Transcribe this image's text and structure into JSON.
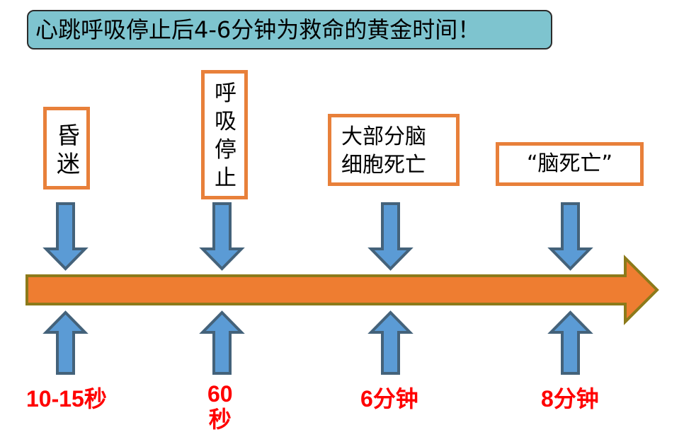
{
  "title": "心跳呼吸停止后4-6分钟为救命的黄金时间！",
  "events": [
    {
      "lines": [
        "昏",
        "迷"
      ]
    },
    {
      "lines": [
        "呼",
        "吸",
        "停",
        "止"
      ]
    },
    {
      "lines": [
        "大部分脑",
        "细胞死亡"
      ]
    },
    {
      "lines": [
        "“脑死亡”"
      ]
    }
  ],
  "time_labels": [
    {
      "lines": [
        "10-15秒"
      ]
    },
    {
      "lines": [
        "60",
        "秒"
      ]
    },
    {
      "lines": [
        "6分钟"
      ]
    },
    {
      "lines": [
        "8分钟"
      ]
    }
  ],
  "colors": {
    "title_bg": "#7ec4cf",
    "box_border": "#e8803a",
    "timeline_fill": "#ee7d31",
    "timeline_stroke": "#8c7a1a",
    "arrow_fill": "#5b9bd5",
    "arrow_stroke": "#44627a",
    "label_text": "#ff0000"
  }
}
